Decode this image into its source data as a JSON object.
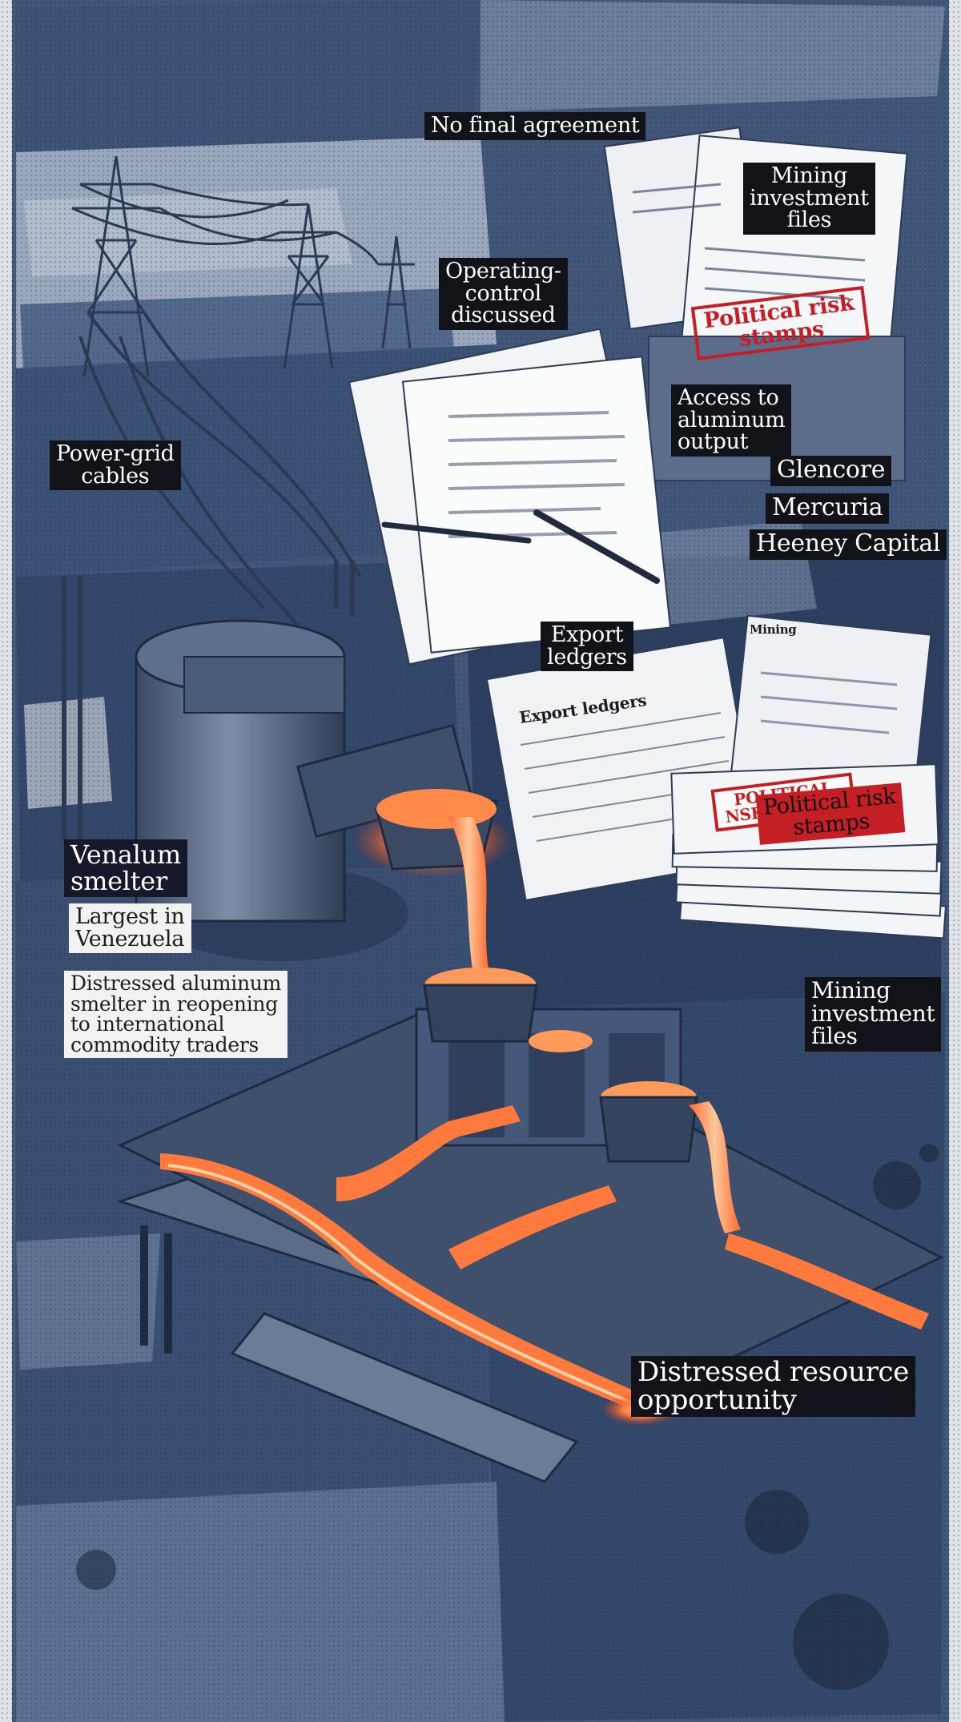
{
  "labels": {
    "no_final_agreement": "No final agreement",
    "mining_files_top": [
      "Mining",
      "investment",
      "files"
    ],
    "operating_control": [
      "Operating-",
      "control",
      "discussed"
    ],
    "political_risk_top": [
      "Political risk",
      "stamps"
    ],
    "power_grid": [
      "Power-grid",
      "cables"
    ],
    "access_output": [
      "Access to",
      "aluminum",
      "output"
    ],
    "glencore": "Glencore",
    "mercuria": "Mercuria",
    "heeney": "Heeney Capital",
    "export_ledgers": [
      "Export",
      "ledgers"
    ],
    "ledger_header": "Export ledgers",
    "mining_small": "Mining",
    "political_risk_mid": [
      "Political risk",
      "stamps"
    ],
    "stamp_text": [
      "POLITICAL",
      "NSK STAMPS"
    ],
    "venalum": [
      "Venalum",
      "smelter"
    ],
    "largest": [
      "Largest in",
      "Venezuela"
    ],
    "distressed_smelter": [
      "Distressed aluminum",
      "smelter in reopening",
      "to international",
      "commodity traders"
    ],
    "mining_files_bottom": [
      "Mining",
      "investment",
      "files"
    ],
    "distressed_opportunity": [
      "Distressed resource",
      "opportunity"
    ]
  },
  "colors": {
    "slate_dark": "#2c3d57",
    "slate_mid": "#4d6282",
    "slate_light": "#8d9db5",
    "molten": "#ff7a3c",
    "molten_core": "#ffd0a0",
    "stamp_red": "#c41f25"
  }
}
